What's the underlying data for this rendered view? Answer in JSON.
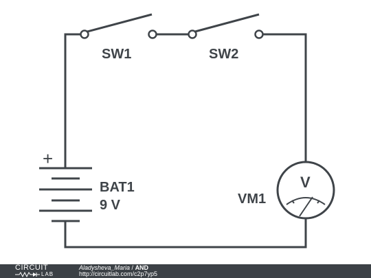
{
  "diagram": {
    "components": {
      "sw1": {
        "label": "SW1"
      },
      "sw2": {
        "label": "SW2"
      },
      "battery": {
        "label": "BAT1",
        "value": "9 V",
        "polarity": "+"
      },
      "voltmeter": {
        "label": "VM1",
        "symbol": "V"
      }
    }
  },
  "footer": {
    "logo_top": "CIRCUIT",
    "logo_bottom": "LAB",
    "author": "Aladysheva_Maria",
    "separator": " / ",
    "title": "AND",
    "url": "http://circuitlab.com/c2p7yp5"
  },
  "colors": {
    "ink": "#3f4449",
    "footer_bg": "#3c4146",
    "background": "#ffffff"
  }
}
